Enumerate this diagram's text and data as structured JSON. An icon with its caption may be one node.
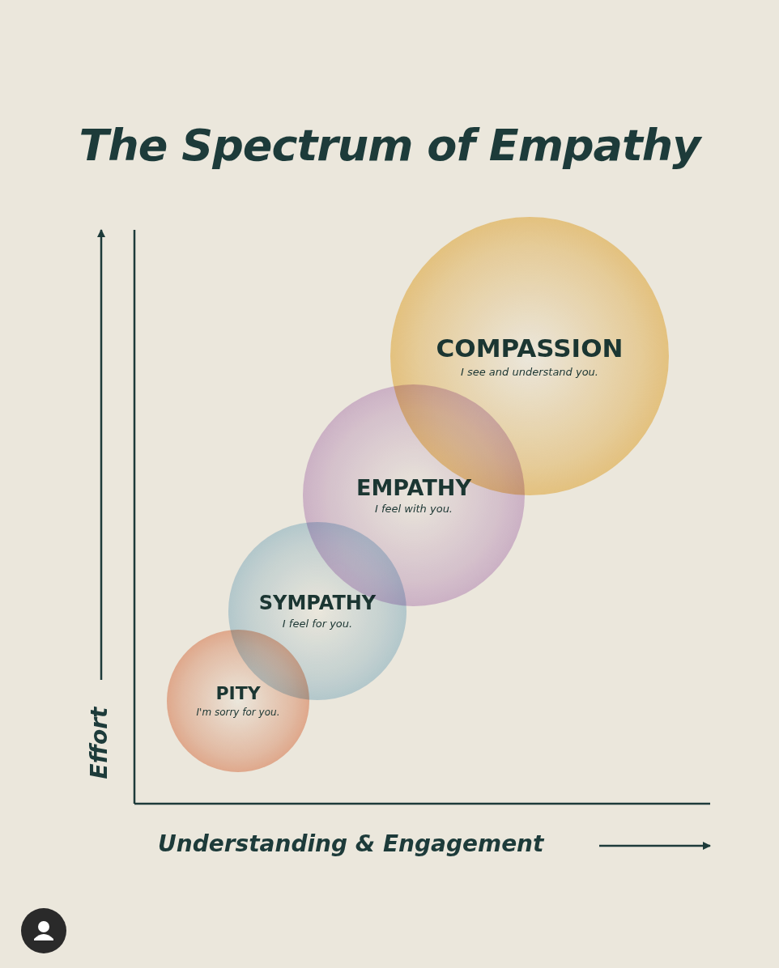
{
  "diagram": {
    "title": "The Spectrum of Empathy",
    "nodes": [
      {
        "text": [
          "PITY",
          "I'm sorry for you."
        ]
      },
      {
        "text": [
          "SYMPATHY",
          "I feel for you."
        ]
      },
      {
        "text": [
          "EMPATHY",
          "I feel with you."
        ]
      },
      {
        "text": [
          "COMPASSION",
          "I see and understand you."
        ]
      }
    ],
    "edges": [],
    "labels": [
      "Effort",
      "Understanding & Engagement"
    ]
  }
}
